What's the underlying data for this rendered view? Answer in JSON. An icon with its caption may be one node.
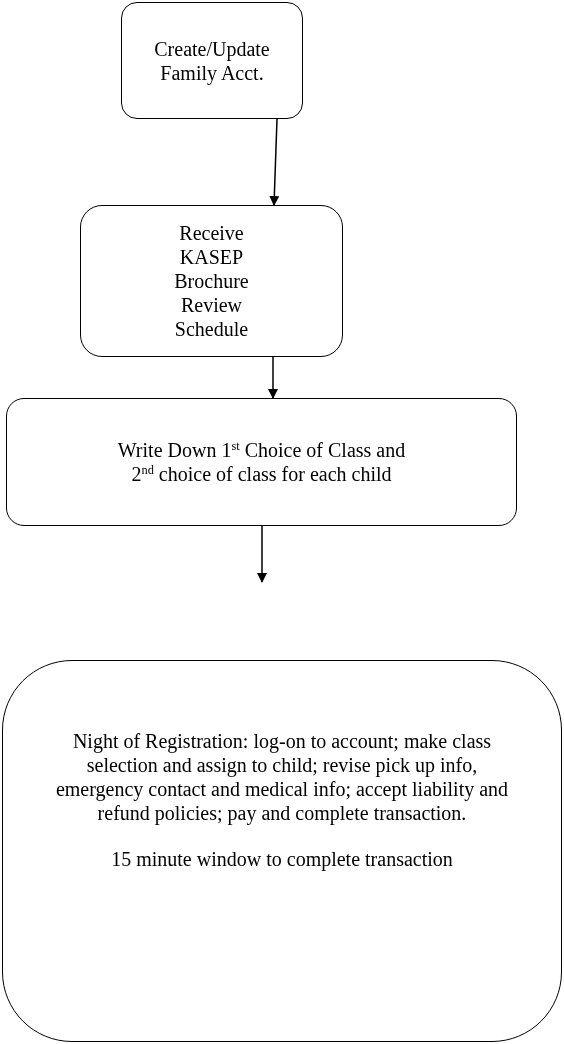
{
  "diagram": {
    "nodes": [
      {
        "text": [
          "Create/Update Family Acct."
        ]
      },
      {
        "text": [
          "Receive KASEP Brochure Review Schedule"
        ]
      },
      {
        "text": [
          "Write Down 1$^{st}$ Choice of Class and 2$^{nd}$ choice of class for each child"
        ]
      },
      {
        "text": [
          "Night of Registration: log-on to account; make class selection and assign to child; revise pick up info, emergency contact and medical info; accept liability and refund policies; pay and complete transaction.",
          "15 minute window to complete transaction"
        ]
      }
    ],
    "edges": [
      {
        "from": 0,
        "to": 1,
        "arrow": "to"
      },
      {
        "from": 1,
        "to": 2,
        "arrow": "to"
      },
      {
        "from": 2,
        "to": null,
        "arrow": "to"
      }
    ]
  }
}
